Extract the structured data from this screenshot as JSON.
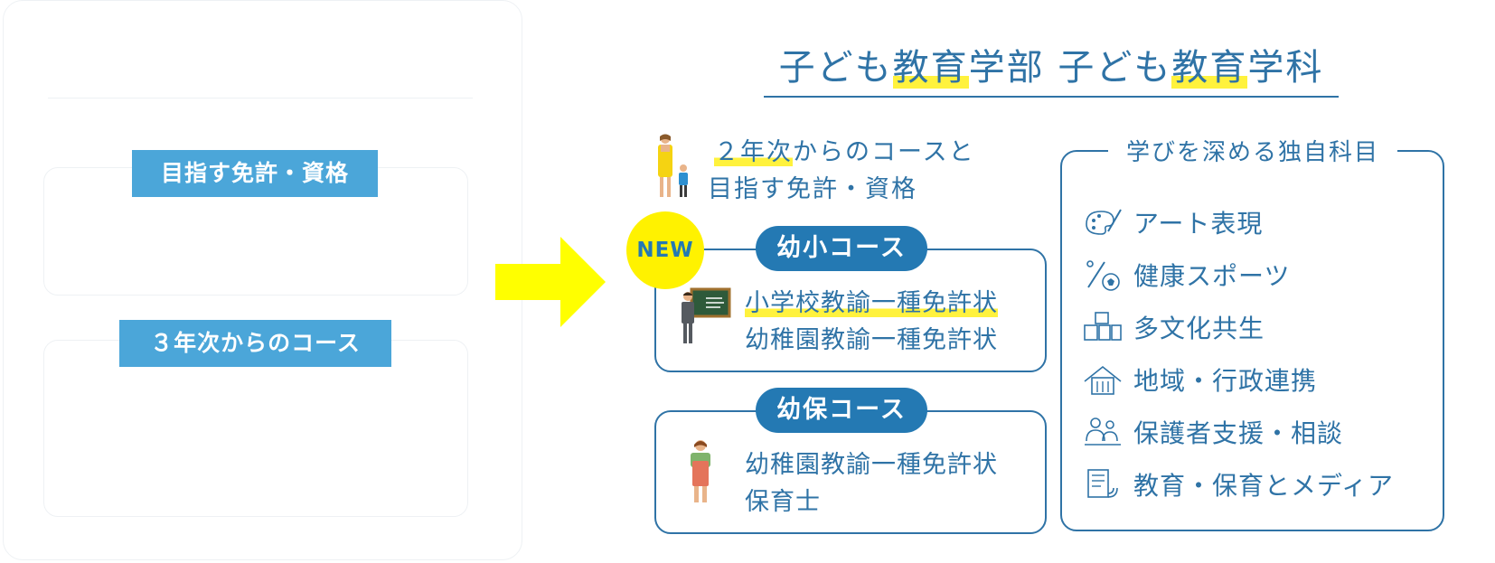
{
  "left": {
    "license_label": "目指す免許・資格",
    "course_label": "３年次からのコース"
  },
  "title": {
    "part1": "子ども",
    "part2": "教育",
    "part3": "学部 子ども",
    "part4": "教育",
    "part5": "学科"
  },
  "intro": {
    "line1_hl": "２年次",
    "line1_rest": "からのコースと",
    "line2": "目指す免許・資格"
  },
  "new_badge": "NEW",
  "courses": [
    {
      "name": "幼小コース",
      "licenses": [
        "小学校教諭一種免許状",
        "幼稚園教諭一種免許状"
      ]
    },
    {
      "name": "幼保コース",
      "licenses": [
        "幼稚園教諭一種免許状",
        "保育士"
      ]
    }
  ],
  "features": {
    "heading": "学びを深める独自科目",
    "items": [
      {
        "label": "アート表現",
        "icon": "palette-icon"
      },
      {
        "label": "健康スポーツ",
        "icon": "sports-icon"
      },
      {
        "label": "多文化共生",
        "icon": "blocks-icon"
      },
      {
        "label": "地域・行政連携",
        "icon": "building-icon"
      },
      {
        "label": "保護者支援・相談",
        "icon": "consult-icon"
      },
      {
        "label": "教育・保育とメディア",
        "icon": "media-icon"
      }
    ]
  },
  "colors": {
    "primary": "#2f73a6",
    "pill": "#2479b3",
    "left_label": "#4ba6d9",
    "highlight": "#fff23d",
    "arrow": "#ffff00"
  }
}
